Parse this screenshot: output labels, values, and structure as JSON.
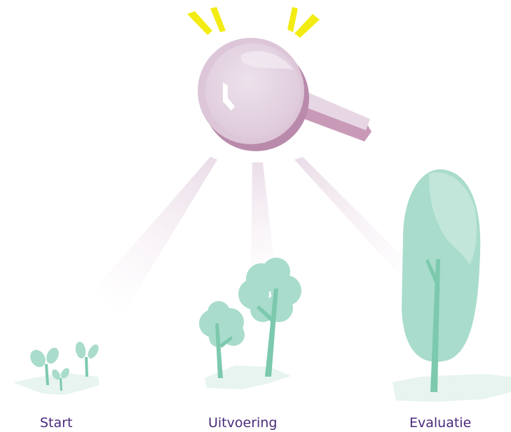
{
  "stages": [
    {
      "label": "Start"
    },
    {
      "label": "Uitvoering"
    },
    {
      "label": "Evaluatie"
    }
  ],
  "colors": {
    "label_text": "#4a2a7a",
    "magnifier_lens": "#e6d8e4",
    "magnifier_rim": "#b98aab",
    "sparkle": "#f3ec14",
    "tree_foliage": "#a9dccc",
    "tree_trunk": "#7cc9ad",
    "ground": "#e7f4ef",
    "light_beam": "#efe2ec"
  },
  "icons": {
    "magnifier": "magnifying-glass-icon",
    "sparkle": "sparkle-rays-icon",
    "sprouts": "sprouts-icon",
    "young_trees": "young-trees-icon",
    "mature_tree": "mature-tree-icon"
  }
}
